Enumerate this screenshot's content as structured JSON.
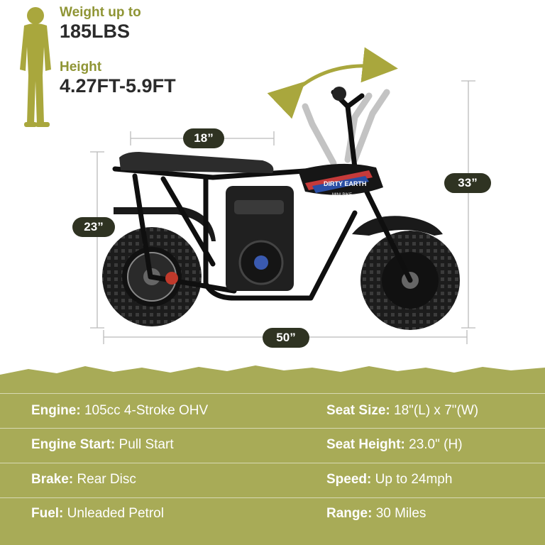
{
  "rider": {
    "weight_label": "Weight up to",
    "weight_value": "185LBS",
    "height_label": "Height",
    "height_value": "4.27FT-5.9FT"
  },
  "dimensions": {
    "seat_length": "18”",
    "seat_height": "23”",
    "overall_height": "33”",
    "overall_length": "50”"
  },
  "bike": {
    "brand_text": "DIRTY EARTH",
    "sub_text": "MINI BIKE"
  },
  "specs": [
    {
      "key": "Engine:",
      "value": "105cc 4-Stroke OHV"
    },
    {
      "key": "Seat Size:",
      "value": "18\"(L) x 7\"(W)"
    },
    {
      "key": "Engine Start:",
      "value": "Pull Start"
    },
    {
      "key": "Seat Height:",
      "value": "23.0\" (H)"
    },
    {
      "key": "Brake:",
      "value": "Rear Disc"
    },
    {
      "key": "Speed:",
      "value": "Up to 24mph"
    },
    {
      "key": "Fuel:",
      "value": "Unleaded Petrol"
    },
    {
      "key": "Range:",
      "value": "30 Miles"
    }
  ],
  "colors": {
    "olive": "#a8ab57",
    "olive_dark": "#2f3322",
    "silhouette": "#a9a73d"
  }
}
